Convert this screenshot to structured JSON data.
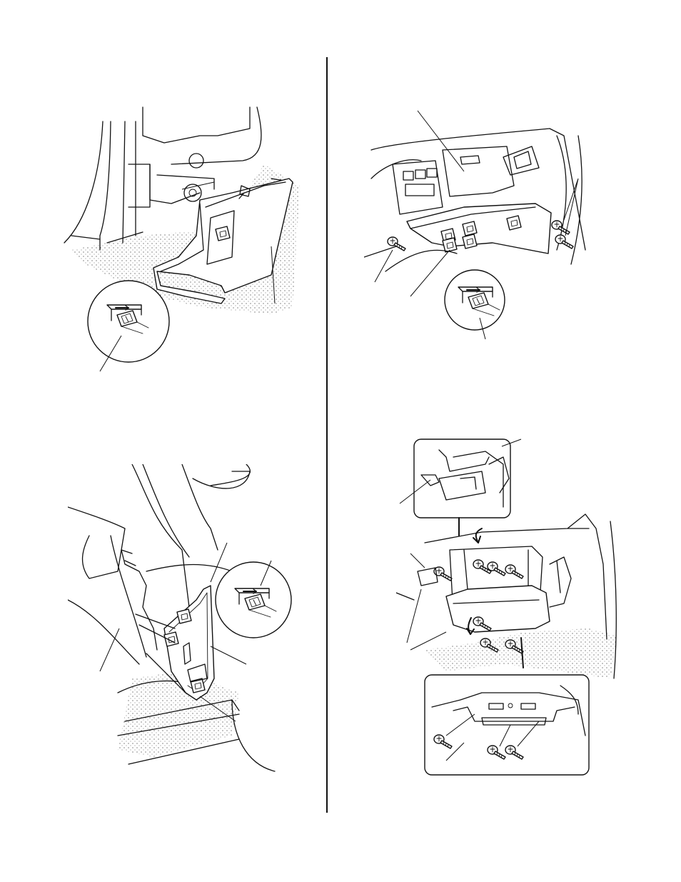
{
  "page": {
    "figures": [
      {
        "id": "fig-1",
        "subject": "kick-panel-trim-lower"
      },
      {
        "id": "fig-2",
        "subject": "dashboard-lower-cover"
      },
      {
        "id": "fig-3",
        "subject": "side-kick-panel"
      },
      {
        "id": "fig-4",
        "subject": "glove-box-removal"
      }
    ],
    "icons": [
      "clip-detail-icon",
      "screw-icon",
      "arrow-icon"
    ]
  }
}
